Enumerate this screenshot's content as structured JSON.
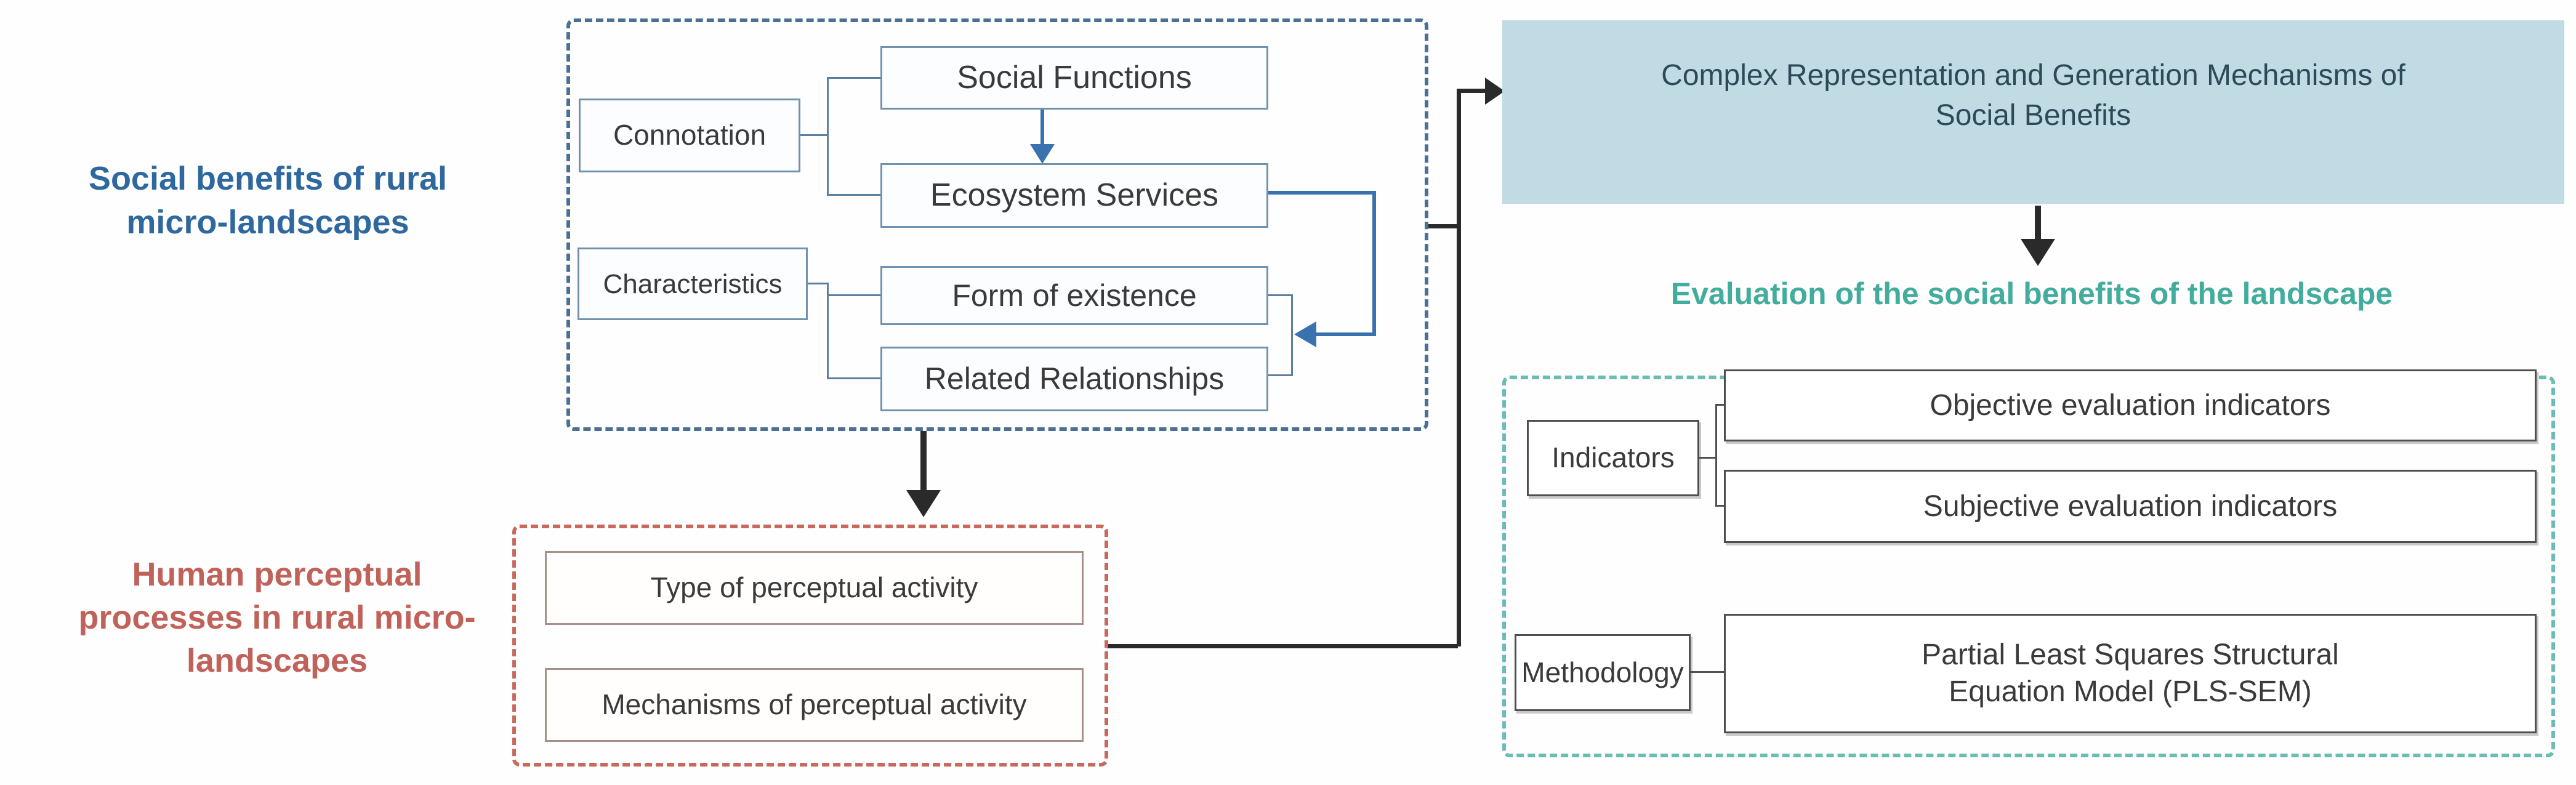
{
  "left_labels": {
    "social_benefits": "Social benefits of rural\nmicro-landscapes",
    "human_perceptual": "Human perceptual\nprocesses in rural micro-\nlandscapes"
  },
  "blue_group": {
    "connotation": "Connotation",
    "characteristics": "Characteristics",
    "social_functions": "Social Functions",
    "ecosystem_services": "Ecosystem Services",
    "form_of_existence": "Form of existence",
    "related_relationships": "Related Relationships"
  },
  "orange_group": {
    "type_of_perceptual_activity": "Type of perceptual activity",
    "mechanisms_of_perceptual_activity": "Mechanisms of perceptual activity"
  },
  "highlight_box": {
    "text": "Complex Representation and Generation Mechanisms of\nSocial Benefits"
  },
  "evaluation_heading": "Evaluation of the social benefits of the landscape",
  "teal_group": {
    "indicators": "Indicators",
    "objective": "Objective evaluation indicators",
    "subjective": "Subjective evaluation indicators",
    "methodology": "Methodology",
    "pls_sem": "Partial Least Squares Structural\nEquation Model (PLS-SEM)"
  },
  "colors": {
    "blue_label_text": "#2f689e",
    "orange_label_text": "#c0625a",
    "evaluation_label_text": "#42ad9d",
    "blue_dashed_border": "#4a7096",
    "orange_dashed_border": "#c8695c",
    "teal_dashed_border": "#6abcb5",
    "blue_box_border": "#7191ad",
    "orange_box_border": "#a8908a",
    "grey_box_border": "#4f4f4f",
    "highlight_fill": "#c1dbe4",
    "highlight_text": "#2c4a58",
    "blue_connector": "#3a72b0",
    "slate_connector": "#5b7f9d",
    "black_connector": "#2a2a2a",
    "box_text": "#3a3a3a"
  }
}
